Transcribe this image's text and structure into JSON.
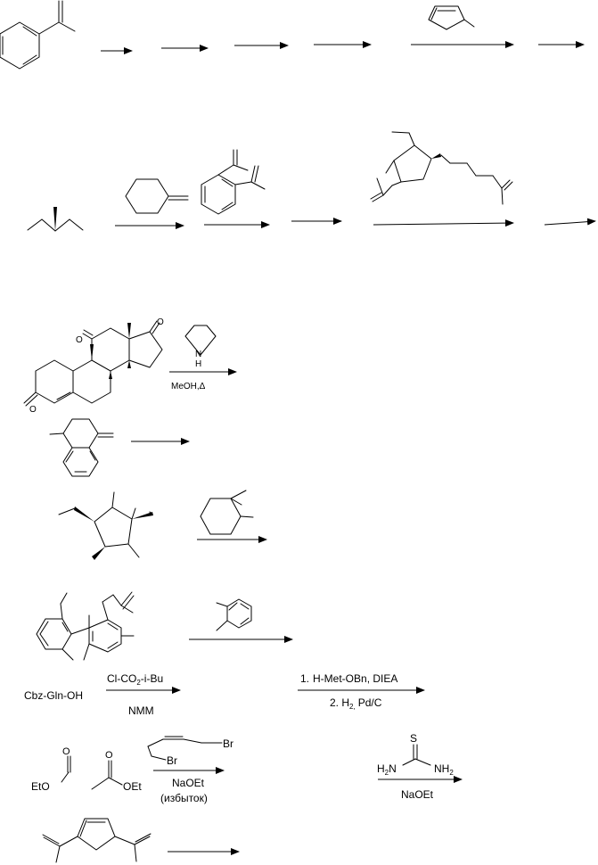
{
  "scheme": {
    "labels": {
      "pyrrolidine_n": "N",
      "pyrrolidine_h": "H",
      "steroid_conditions": "MeOH,Δ",
      "o_11": "O",
      "o_17": "O",
      "o_3": "O",
      "reagent_cbz": "Cbz-Gln-OH",
      "reagent_chloroformate": "Cl-CO",
      "reagent_chloroformate_sub": "2",
      "reagent_chloroformate_tail": "-i-Bu",
      "reagent_nmm": "NMM",
      "step_1_num": "1.",
      "step_1": "H-Met-OBn, DIEA",
      "step_2": "2. H",
      "step_2_sub": "2,",
      "step_2_tail": "Pd/C",
      "formate_o_top": "O",
      "formate_eto": "EtO",
      "acetate_o_top": "O",
      "acetate_oet": "OEt",
      "dibromide_br1": "Br",
      "dibromide_br2": "Br",
      "base_naoet_1": "NaOEt",
      "excess": "(избыток)",
      "thiourea_s": "S",
      "thiourea_h2n": "H",
      "thiourea_h2n_sub": "2",
      "thiourea_h2n_tail": "N",
      "thiourea_nh2": "NH",
      "thiourea_nh2_sub": "2",
      "base_naoet_2": "NaOEt"
    }
  }
}
